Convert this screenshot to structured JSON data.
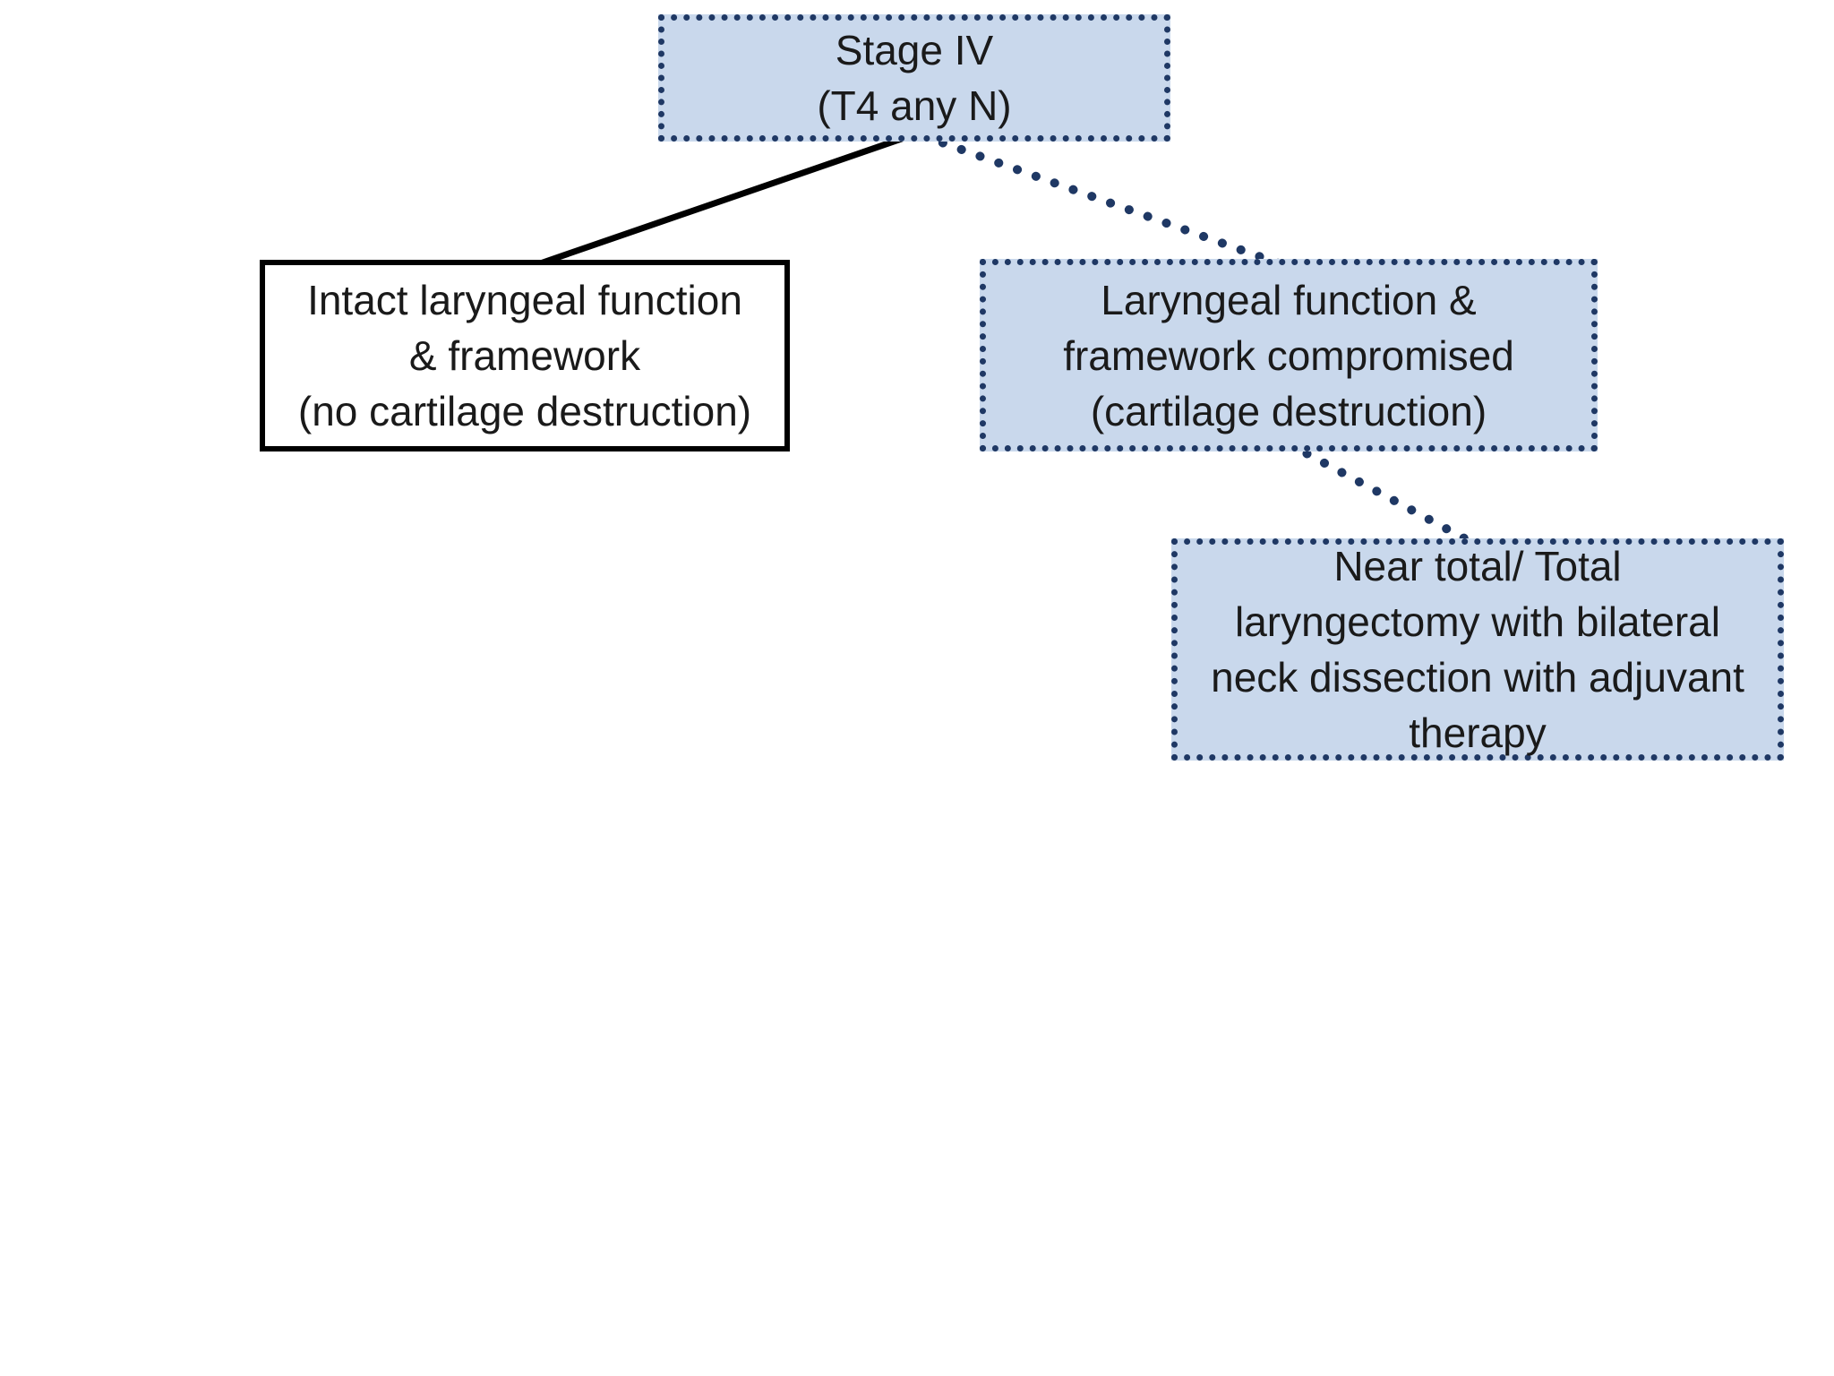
{
  "diagram": {
    "type": "flowchart",
    "nodes": {
      "stage": {
        "lines": [
          "Stage IV",
          "(T4 any N)"
        ],
        "style": "blue-dotted"
      },
      "intact": {
        "lines": [
          "Intact laryngeal function",
          "& framework",
          "(no cartilage destruction)"
        ],
        "style": "white-solid"
      },
      "compromised": {
        "lines": [
          "Laryngeal function &",
          "framework compromised",
          "(cartilage destruction)"
        ],
        "style": "blue-dotted"
      },
      "laryngectomy": {
        "lines": [
          "Near total/ Total",
          "laryngectomy with bilateral",
          "neck dissection with adjuvant",
          "therapy"
        ],
        "style": "blue-dotted"
      }
    },
    "connectors": [
      {
        "from": "stage",
        "to": "intact",
        "style": "solid"
      },
      {
        "from": "stage",
        "to": "compromised",
        "style": "dotted"
      },
      {
        "from": "compromised",
        "to": "laryngectomy",
        "style": "dotted"
      }
    ],
    "colors": {
      "node_fill": "#c9d8ec",
      "dotted_border": "#1f3864",
      "solid_border": "#000000",
      "connector_solid": "#000000",
      "connector_dotted": "#1f3864",
      "background": "#ffffff",
      "text": "#1a1a1a"
    }
  }
}
